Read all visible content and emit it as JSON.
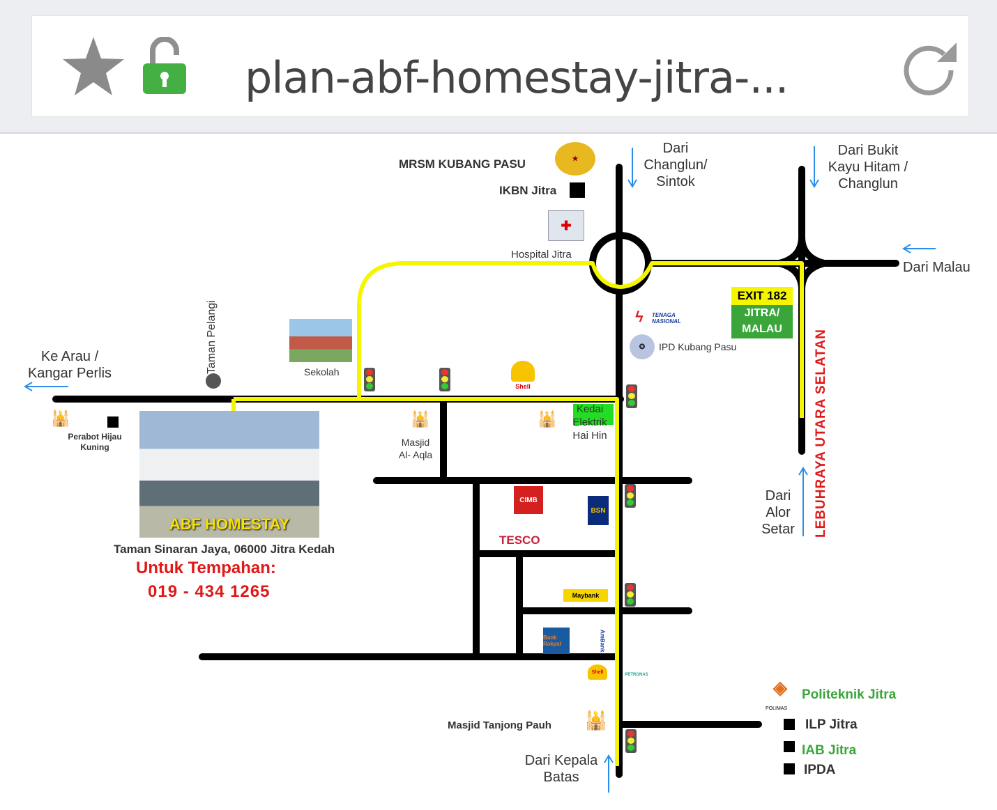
{
  "browser": {
    "url": "plan-abf-homestay-jitra-...",
    "star_icon": "star-icon",
    "lock_icon": "unlocked-padlock-icon",
    "reload_icon": "reload-icon"
  },
  "map": {
    "mrsm": "MRSM KUBANG PASU",
    "ikbn": "IKBN Jitra",
    "hospital": "Hospital  Jitra",
    "dari_changlun": "Dari Changlun/ Sintok",
    "dari_bukit": "Dari Bukit Kayu Hitam / Changlun",
    "dari_malau": "Dari Malau",
    "exit": "EXIT 182",
    "exit_dest": "JITRA/ MALAU",
    "tnb": "TENAGA NASIONAL",
    "ipd": "IPD Kubang Pasu",
    "lebuhraya": "LEBUHRAYA UTARA SELATAN",
    "taman_pelangi": "Taman Pelangi",
    "sekolah": "Sekolah",
    "ke_arau": "Ke Arau / Kangar Perlis",
    "perabot": "Perabot Hijau Kuning",
    "shell": "Shell",
    "kedai": "Kedai Elektrik Hai Hin",
    "masjid_aqla": "Masjid Al- Aqla",
    "homestay": "ABF HOMESTAY",
    "address": "Taman Sinaran Jaya, 06000 Jitra Kedah",
    "booking": "Untuk Tempahan:",
    "phone": "019 - 434 1265",
    "cimb": "CIMB",
    "bsn": "BSN",
    "tesco": "TESCO",
    "maybank": "Maybank",
    "ambank": "AmBank",
    "bank_rakyat": "Bank Rakyat",
    "petronas": "PETRONAS",
    "shell2": "Shell",
    "dari_alor": "Dari Alor Setar",
    "politeknik": "Politeknik Jitra",
    "polimas": "POLIMAS",
    "ilp": "ILP Jitra",
    "iab": "IAB Jitra",
    "ipda": "IPDA",
    "masjid_tp": "Masjid Tanjong Pauh",
    "dari_kepala": "Dari Kepala Batas"
  },
  "colors": {
    "route": "#f5f500",
    "road": "#000000",
    "arrow": "#2a8ee8",
    "red": "#e01818",
    "green": "#3aa63a"
  }
}
